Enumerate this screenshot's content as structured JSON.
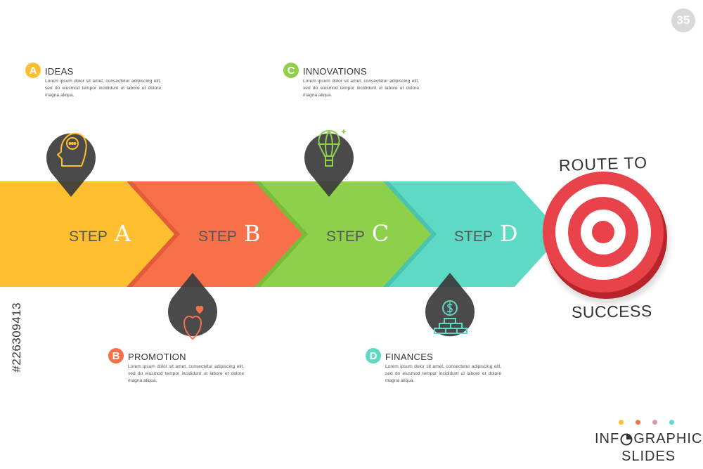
{
  "page_number": "35",
  "items": [
    {
      "badge": "A",
      "title": "IDEAS",
      "desc": "Lorem ipsum dolor sit amet, consectetur adipiscing elit, sed do eiusmod tempor incididunt ut labore et dolore magna aliqua.",
      "color": "#FDBF2F"
    },
    {
      "badge": "B",
      "title": "PROMOTION",
      "desc": "Lorem ipsum dolor sit amet, consectetur adipiscing elit, sed do eiusmod tempor incididunt ut labore et dolore magna aliqua.",
      "color": "#F8704A"
    },
    {
      "badge": "C",
      "title": "INNOVATIONS",
      "desc": "Lorem ipsum dolor sit amet, consectetur adipiscing elit, sed do eiusmod tempor incididunt ut labore et dolore magna aliqua.",
      "color": "#8DD14A"
    },
    {
      "badge": "D",
      "title": "FINANCES",
      "desc": "Lorem ipsum dolor sit amet, consectetur adipiscing elit, sed do eiusmod tempor incididunt ut labore et dolore magna aliqua.",
      "color": "#5DD9C4"
    }
  ],
  "steps": [
    {
      "word": "STEP",
      "letter": "A",
      "color": "#FDBF2F"
    },
    {
      "word": "STEP",
      "letter": "B",
      "color": "#F8704A"
    },
    {
      "word": "STEP",
      "letter": "C",
      "color": "#8DD14A"
    },
    {
      "word": "STEP",
      "letter": "D",
      "color": "#5DD9C4"
    }
  ],
  "target": {
    "top_text": "ROUTE TO",
    "bottom_text": "SUCCESS"
  },
  "icons": [
    "head-chat-icon",
    "heart-icon",
    "hot-air-balloon-icon",
    "coin-stack-icon"
  ],
  "brand": {
    "line1_a": "INF",
    "line1_b": "GRAPHIC",
    "line2": "SLIDES",
    "dots": [
      "#FDBF2F",
      "#F8704A",
      "#D89AA6",
      "#5DD9C4"
    ]
  },
  "watermark": "#226309413",
  "pin_color": "#3B3B3B",
  "target_red": "#E8424B"
}
